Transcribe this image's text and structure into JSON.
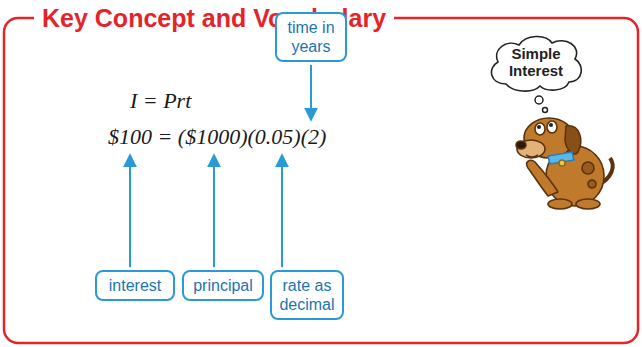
{
  "diagram": {
    "title": "Key Concept and Vocabulary",
    "nodes": [
      {
        "text": [
          "time in years"
        ]
      },
      {
        "text": [
          "Simple Interest"
        ]
      },
      {
        "text": [
          "interest"
        ]
      },
      {
        "text": [
          "principal"
        ]
      },
      {
        "text": [
          "rate as decimal"
        ]
      }
    ],
    "labels": [
      "I = Prt",
      "$100 = ($1000)(0.05)(2)"
    ]
  }
}
